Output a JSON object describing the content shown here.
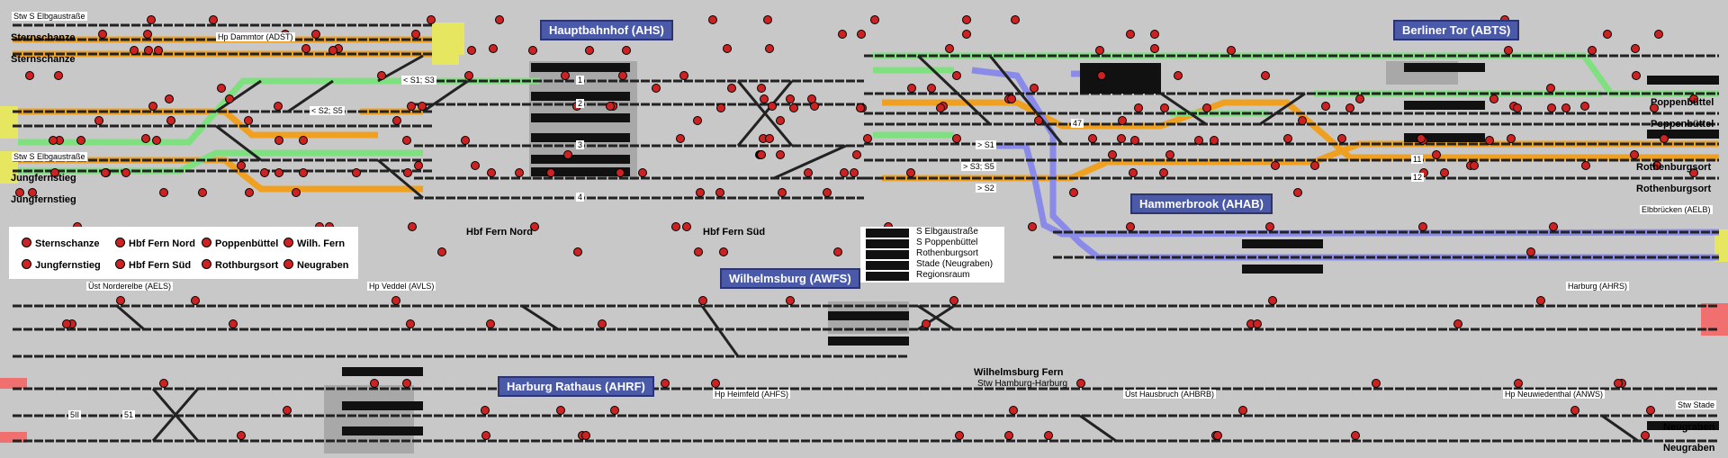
{
  "titles": {
    "hbf": "Hauptbahnhof (AHS)",
    "berliner_tor": "Berliner Tor (ABTS)",
    "hammerbrook": "Hammerbrook (AHAB)",
    "wilhelmsburg": "Wilhelmsburg (AWFS)",
    "harburg_rathaus": "Harburg Rathaus (AHRF)"
  },
  "labels": {
    "stw_elbgau_1": "Stw S Elbgaustraße",
    "sternschanze_1": "Sternschanze",
    "sternschanze_2": "Sternschanze",
    "stw_elbgau_2": "Stw S Elbgaustraße",
    "jungfernstieg_1": "Jungfernstieg",
    "jungfernstieg_2": "Jungfernstieg",
    "hp_dammtor": "Hp Dammtor (ADST)",
    "hbf_fern_nord": "Hbf Fern Nord",
    "hbf_fern_sued": "Hbf Fern Süd",
    "poppenbuettel_1": "Poppenbüttel",
    "poppenbuettel_2": "Poppenbüttel",
    "rothenburgsort_1": "Rothenburgsort",
    "rothenburgsort_2": "Rothenburgsort",
    "elbbruecken": "Elbbrücken (AELB)",
    "ust_norderelbe": "Üst Norderelbe (AELS)",
    "hp_veddel": "Hp Veddel (AVLS)",
    "harburg": "Harburg (AHRS)",
    "wilhelmsburg_fern": "Wilhelmsburg Fern",
    "stw_hamburg_harburg": "Stw Hamburg-Harburg",
    "hp_heimfeld": "Hp Heimfeld (AHFS)",
    "ust_hausbruch": "Üst Hausbruch (AHBRB)",
    "hp_neuwiedenthal": "Hp Neuwiedenthal (ANWS)",
    "stw_stade": "Stw Stade",
    "neugraben_1": "Neugraben",
    "neugraben_2": "Neugraben",
    "s1s3": "< S1; S3",
    "s2s5": "< S2; S5",
    "s3s5": "> S3; S5",
    "s1": "> S1",
    "s2": "> S2"
  },
  "legend": [
    "Sternschanze",
    "Hbf Fern Nord",
    "Poppenbüttel",
    "Wilh. Fern",
    "Jungfernstieg",
    "Hbf Fern Süd",
    "Rothburgsort",
    "Neugraben"
  ],
  "stellwerke": [
    "S Elbgaustraße",
    "S Poppenbüttel",
    "Rothenburgsort",
    "Stade (Neugraben)",
    "Regionsraum"
  ],
  "track_numbers": {
    "t_1": "1",
    "t_2": "2",
    "t_3": "3",
    "t_4": "4",
    "t_11": "11",
    "t_12": "12",
    "t_47": "47",
    "t_5ii": "5II",
    "t_51": "51"
  },
  "colors": {
    "background": "#c8c8c8",
    "track": "#222222",
    "route_orange": "#f0a020",
    "route_green": "#7fe07f",
    "route_blue": "#8a8ae8",
    "signal_red": "#cc2222",
    "station_yellow": "#e6e660",
    "exit_red": "#f07070",
    "title_bg": "#4a5aa8"
  }
}
